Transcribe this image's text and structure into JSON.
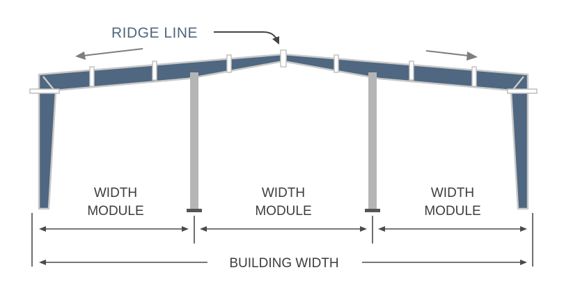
{
  "ridge_label": "RIDGE LINE",
  "modules": [
    {
      "line1": "WIDTH",
      "line2": "MODULE"
    },
    {
      "line1": "WIDTH",
      "line2": "MODULE"
    },
    {
      "line1": "WIDTH",
      "line2": "MODULE"
    }
  ],
  "building_width_label": "BUILDING WIDTH",
  "colors": {
    "frame": "#4f6780",
    "outline": "#c9c9c9",
    "column": "#b5b5b5",
    "base_plate": "#555555",
    "dimension": "#4a4a4a",
    "ridge_text": "#50677e",
    "label_text": "#3d3d3d"
  }
}
